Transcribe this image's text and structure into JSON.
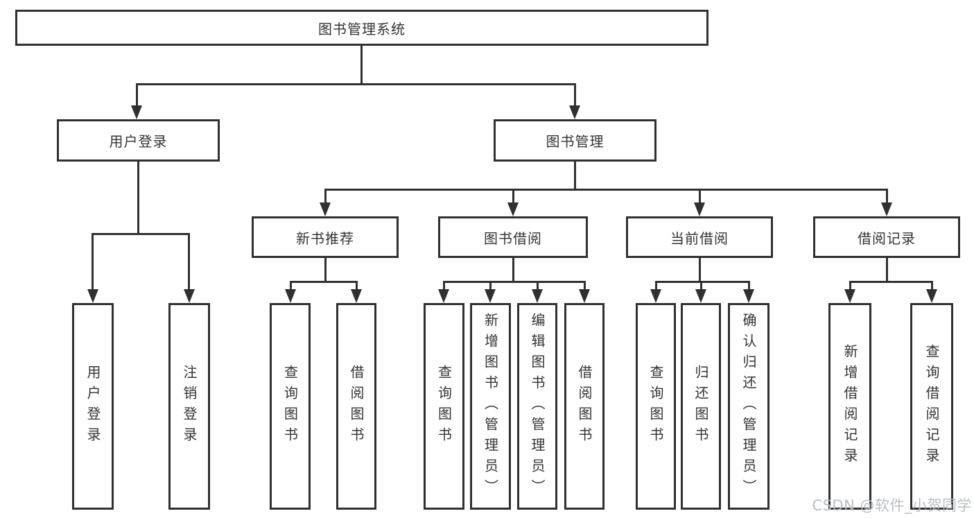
{
  "title": "图书管理系统",
  "branches": {
    "user_login": {
      "label": "用户登录",
      "children": [
        "用户登录",
        "注销登录"
      ]
    },
    "book_mgmt": {
      "label": "图书管理",
      "sections": {
        "new_book": {
          "label": "新书推荐",
          "children": [
            "查询图书",
            "借阅图书"
          ]
        },
        "borrowing": {
          "label": "图书借阅",
          "children": [
            "查询图书",
            "新增图书（管理员）",
            "编辑图书（管理员）",
            "借阅图书"
          ]
        },
        "current": {
          "label": "当前借阅",
          "children": [
            "查询图书",
            "归还图书",
            "确认归还（管理员）"
          ]
        },
        "records": {
          "label": "借阅记录",
          "children": [
            "新增借阅记录",
            "查询借阅记录"
          ]
        }
      }
    }
  },
  "watermark": "CSDN @软件_小贺同学",
  "colors": {
    "line": "#303030",
    "text": "#333333",
    "watermark": "#b9bdc4",
    "background": "#ffffff"
  }
}
